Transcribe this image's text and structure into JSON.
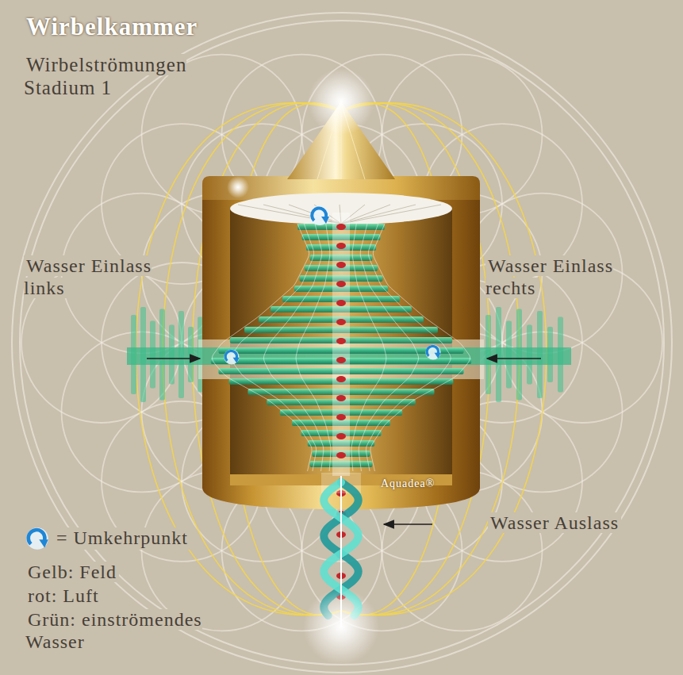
{
  "diagram": {
    "title": "Wirbelkammer",
    "labels": [
      "Wirbelströmungen Stadium 1",
      "Wasser Einlass links",
      "Wasser Einlass rechts",
      "Aquadea®",
      "Wasser Auslass",
      "Gelb: Feld",
      "rot: Luft",
      "Grün: einströmendes Wasser"
    ],
    "legend": [
      {
        "text": "= Umkehrpunkt"
      }
    ]
  }
}
